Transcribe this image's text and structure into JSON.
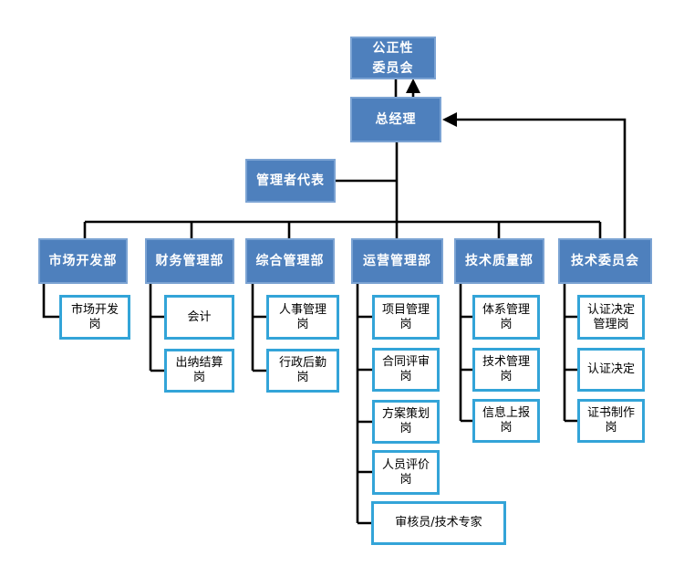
{
  "chart_title": "",
  "colors": {
    "node_fill": "#4e80bd",
    "node_border": "#7ba3d3",
    "child_border": "#33a4d8",
    "connector": "#000000",
    "node_text": "#ffffff",
    "child_text": "#000000"
  },
  "nodes": {
    "committee": {
      "label": "公正性\n委员会"
    },
    "general_manager": {
      "label": "总经理"
    },
    "management_rep": {
      "label": "管理者代表"
    }
  },
  "departments": [
    {
      "label": "市场开发部",
      "children": [
        "市场开发\n岗"
      ]
    },
    {
      "label": "财务管理部",
      "children": [
        "会计",
        "出纳结算\n岗"
      ]
    },
    {
      "label": "综合管理部",
      "children": [
        "人事管理\n岗",
        "行政后勤\n岗"
      ]
    },
    {
      "label": "运营管理部",
      "children": [
        "项目管理\n岗",
        "合同评审\n岗",
        "方案策划\n岗",
        "人员评价\n岗",
        "审核员/技术专家"
      ]
    },
    {
      "label": "技术质量部",
      "children": [
        "体系管理\n岗",
        "技术管理\n岗",
        "信息上报\n岗"
      ]
    },
    {
      "label": "技术委员会",
      "children": [
        "认证决定\n管理岗",
        "认证决定",
        "证书制作\n岗"
      ]
    }
  ]
}
